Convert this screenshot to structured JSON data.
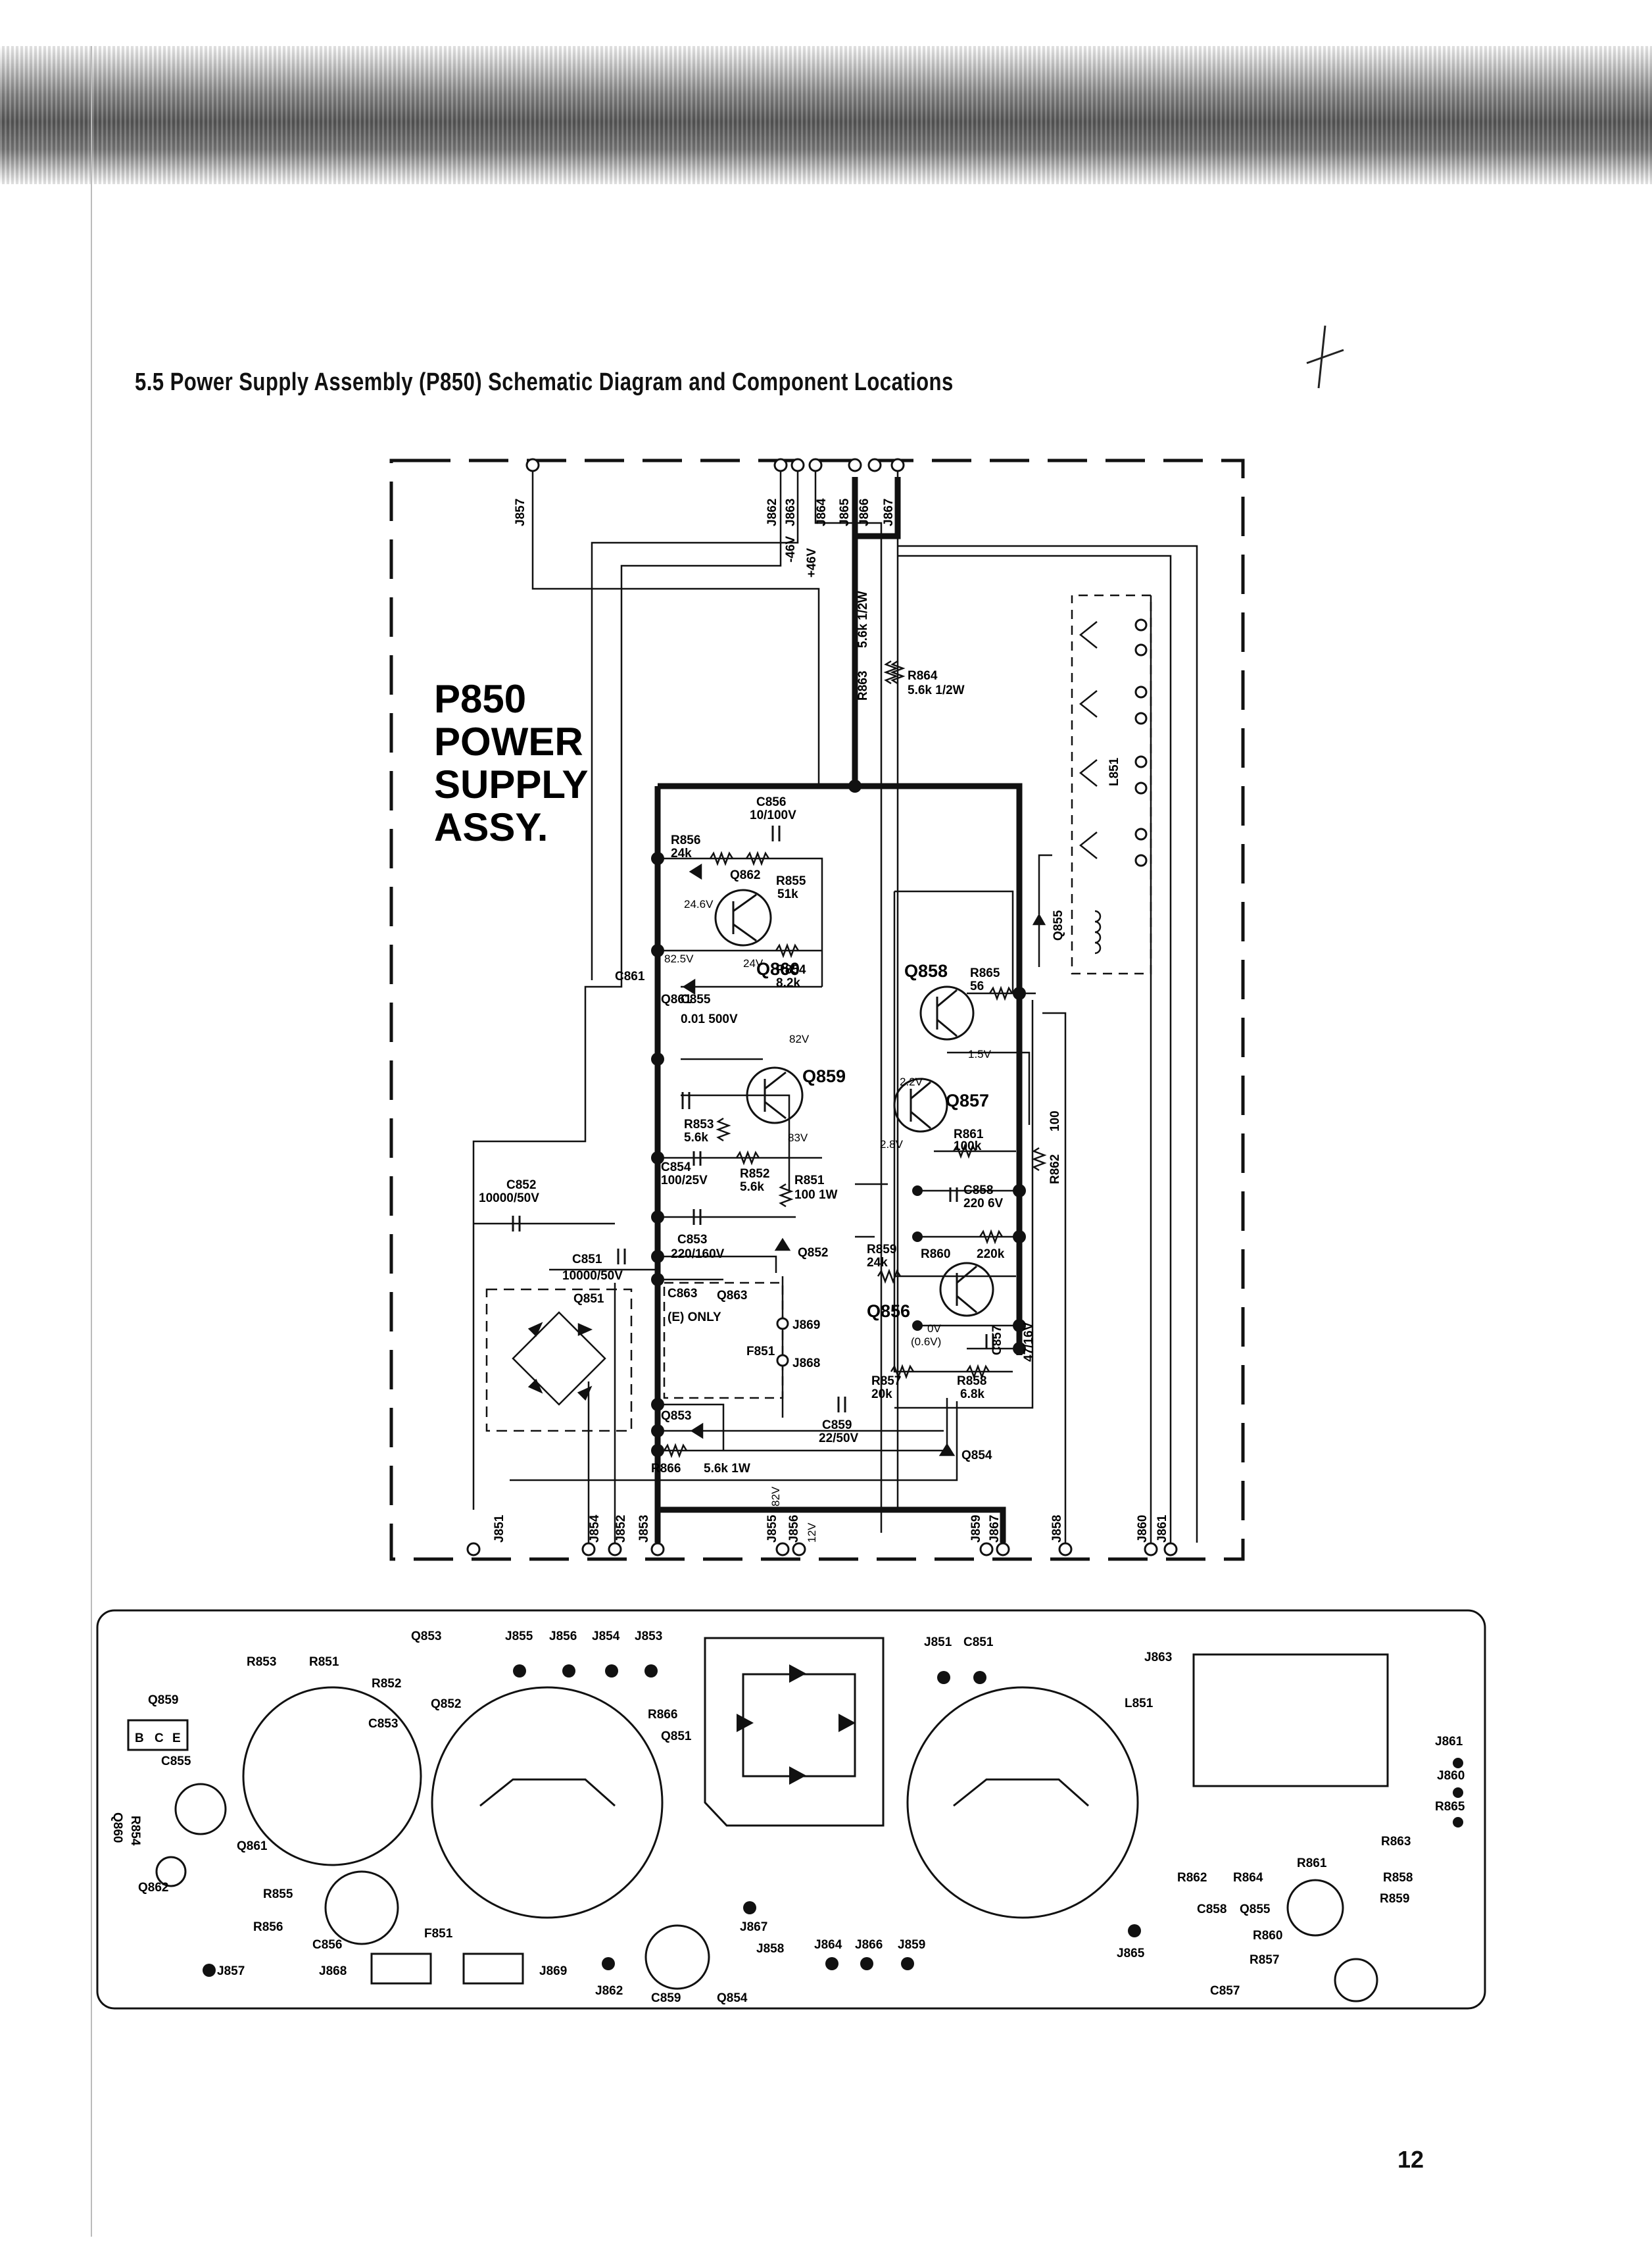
{
  "section": {
    "title": "5.5 Power Supply Assembly (P850) Schematic Diagram and Component Locations",
    "page_number": "12"
  },
  "schematic": {
    "assembly_lines": [
      "P850",
      "POWER",
      "SUPPLY",
      "ASSY."
    ],
    "top_jacks": [
      "J857",
      "J862",
      "J863",
      "J864",
      "J865",
      "J866",
      "J867"
    ],
    "top_voltages": [
      "-46V",
      "+46V"
    ],
    "bottom_jacks": [
      "J851",
      "J854",
      "J852",
      "J853",
      "J855",
      "J856",
      "J859",
      "J867",
      "J858",
      "J860",
      "J861"
    ],
    "resistors": [
      {
        "ref": "R863",
        "val": "5.6k 1/2W"
      },
      {
        "ref": "R864",
        "val": "5.6k 1/2W"
      },
      {
        "ref": "R856",
        "val": "24k"
      },
      {
        "ref": "R855",
        "val": "51k"
      },
      {
        "ref": "R854",
        "val": "8.2k"
      },
      {
        "ref": "R853",
        "val": "5.6k"
      },
      {
        "ref": "R852",
        "val": "5.6k"
      },
      {
        "ref": "R851",
        "val": "100 1W"
      },
      {
        "ref": "R865",
        "val": "56"
      },
      {
        "ref": "R861",
        "val": "100k"
      },
      {
        "ref": "R862",
        "val": "100"
      },
      {
        "ref": "R859",
        "val": "24k"
      },
      {
        "ref": "R860",
        "val": "220k"
      },
      {
        "ref": "R857",
        "val": "20k"
      },
      {
        "ref": "R858",
        "val": "6.8k"
      },
      {
        "ref": "R866",
        "val": "5.6k 1W"
      }
    ],
    "capacitors": [
      {
        "ref": "C856",
        "val": "10/100V"
      },
      {
        "ref": "C855",
        "val": "0.01 500V"
      },
      {
        "ref": "C854",
        "val": "100/25V"
      },
      {
        "ref": "C852",
        "val": "10000/50V"
      },
      {
        "ref": "C851",
        "val": "10000/50V"
      },
      {
        "ref": "C853",
        "val": "220/160V"
      },
      {
        "ref": "C858",
        "val": "220 6V"
      },
      {
        "ref": "C857",
        "val": "47/16V"
      },
      {
        "ref": "C859",
        "val": "22/50V"
      },
      {
        "ref": "C861",
        "val": ""
      },
      {
        "ref": "C863",
        "val": "(E) ONLY"
      }
    ],
    "semiconductors": [
      "Q860",
      "Q859",
      "Q858",
      "Q857",
      "Q856",
      "Q862",
      "Q861",
      "Q855",
      "Q852",
      "Q863",
      "Q851",
      "Q853",
      "Q854"
    ],
    "other": [
      "L851",
      "F851",
      "J869",
      "J868"
    ],
    "voltages": [
      "24.6V",
      "24V",
      "82.5V",
      "82V",
      "83V",
      "1.5V",
      "2.2V",
      "2.8V",
      "0V",
      "(0.6V)",
      "82V",
      "12V"
    ]
  },
  "board": {
    "labels": [
      "R853",
      "R851",
      "R852",
      "Q853",
      "J855",
      "J856",
      "J854",
      "J853",
      "Q852",
      "R866",
      "Q851",
      "Q859",
      "C853",
      "R854",
      "C855",
      "Q860",
      "Q861",
      "Q862",
      "R855",
      "R856",
      "C856",
      "J857",
      "J868",
      "F851",
      "J869",
      "J862",
      "C859",
      "Q854",
      "J858",
      "J864",
      "J866",
      "J859",
      "J867",
      "J851",
      "C851",
      "L851",
      "J863",
      "J865",
      "J861",
      "J860",
      "R865",
      "R863",
      "R862",
      "R864",
      "C858",
      "Q855",
      "R861",
      "R858",
      "R859",
      "R860",
      "R857",
      "C857"
    ],
    "pin_letters": [
      "B",
      "C",
      "E"
    ]
  },
  "colors": {
    "ink": "#111111",
    "paper": "#ffffff",
    "band": "#6a6a6a"
  }
}
